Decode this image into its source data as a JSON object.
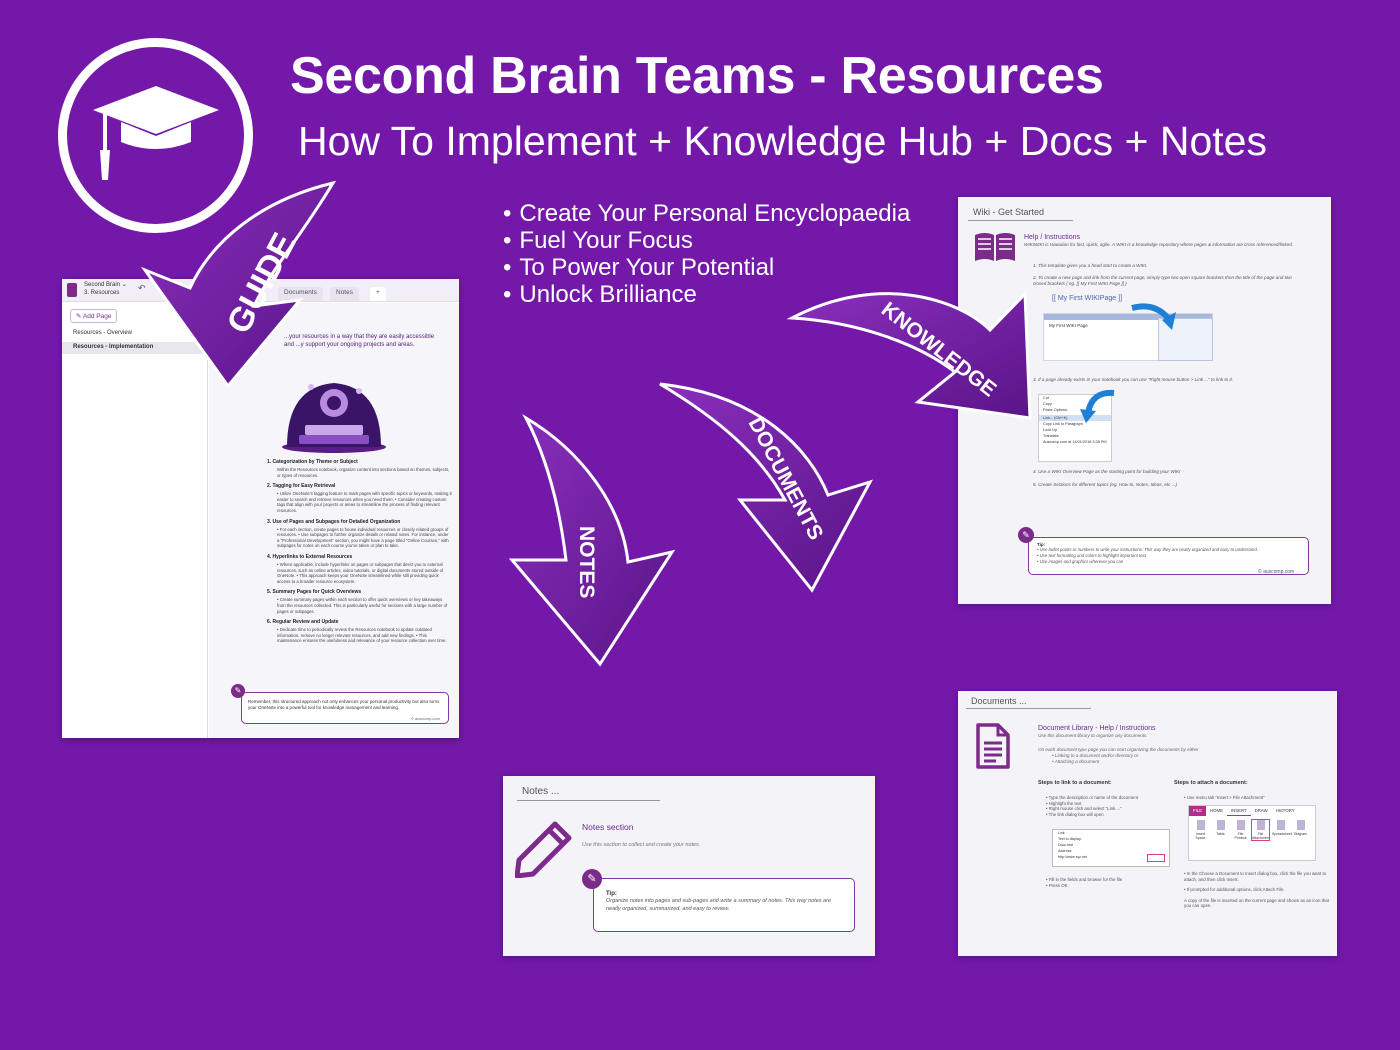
{
  "header": {
    "title": "Second Brain Teams - Resources",
    "subtitle": "How To Implement + Knowledge Hub + Docs + Notes"
  },
  "logo": {
    "icon": "graduation-cap-icon"
  },
  "bullets": [
    "Create Your Personal Encyclopaedia",
    "Fuel Your Focus",
    "To Power Your Potential",
    "Unlock Brilliance"
  ],
  "arrows": {
    "guide": "GUIDE",
    "knowledge": "KNOWLEDGE",
    "documents": "DOCUMENTS",
    "notes": "NOTES"
  },
  "colors": {
    "background": "#7318a9",
    "accent": "#7d2b8a",
    "arrow": "#6c1f97"
  },
  "guide_panel": {
    "notebook_name": "Second Brain",
    "section_name": "3. Resources",
    "tabs": [
      "Documents",
      "Notes",
      "+"
    ],
    "add_page": "Add Page",
    "pages": [
      "Resources - Overview",
      "Resources - Implementation"
    ],
    "intro": "...your resources in a way that they are easily accessible and ...y support your ongoing projects and areas.",
    "steps": [
      {
        "heading": "1.   Categorization by Theme or Subject",
        "text": "Within the Resources notebook, organize content into sections based on themes, subjects, or types of resources."
      },
      {
        "heading": "2.   Tagging for Easy Retrieval",
        "text": "• Utilize OneNote's tagging feature to mark pages with specific topics or keywords, making it easier to search and retrieve resources when you need them. • Consider creating custom tags that align with your projects or areas to streamline the process of finding relevant resources."
      },
      {
        "heading": "3.   Use of Pages and Subpages for Detailed Organization",
        "text": "• For each section, create pages to house individual resources or closely related groups of resources. • Use subpages to further organize details or related notes. For instance, under a \"Professional Development\" section, you might have a page titled \"Online Courses,\" with subpages for notes on each course you've taken or plan to take."
      },
      {
        "heading": "4.   Hyperlinks to External Resources",
        "text": "• Where applicable, include hyperlinks on pages or subpages that direct you to external resources, such as online articles, video tutorials, or digital documents stored outside of OneNote. • This approach keeps your OneNote streamlined while still providing quick access to a broader resource ecosystem."
      },
      {
        "heading": "5.   Summary Pages for Quick Overviews",
        "text": "• Create summary pages within each section to offer quick overviews or key takeaways from the resources collected. This is particularly useful for sections with a large number of pages or subpages."
      },
      {
        "heading": "6.   Regular Review and Update",
        "text": "• Dedicate time to periodically review the Resources notebook to update outdated information, remove no longer relevant resources, and add new findings. • This maintenance ensures the usefulness and relevance of your resource collection over time."
      }
    ],
    "remember": "Remember, this structured approach not only enhances your personal productivity but also turns your OneNote into a powerful tool for knowledge management and learning.",
    "credit": "© auscomp.com"
  },
  "wiki_panel": {
    "title": "Wiki - Get Started",
    "heading": "Help / Instructions",
    "intro": "WIKIWIKI is Hawaiian for fast, quick, agile. A WIKI is a knowledge repository where pages & information are cross referenced/linked.",
    "steps": [
      "1.   This template gives you a head start to create a WIKI.",
      "2.   To create a new page and link from the current page, simply type two open square brackets then the title of the page and two closed brackets ( eg. [[ My First WIKI Page ]] )",
      "3.   If a page already exists in your notebook you can use \"Right mouse button > Link ...\" to link to it.",
      "4.   Use a WIKI Overview Page as the starting point for building your WIKI",
      "5.   Create Sections for different topics (eg. How to, Notes, Ideas, etc ...)"
    ],
    "link_example": "[[ My First WIKIPage ]]",
    "page_example": "My First WIKI Page",
    "context_menu": [
      "Cut",
      "Copy",
      "Paste Options:",
      "",
      "Link...  (Ctrl+K)",
      "Copy Link to Paragraph",
      "Look Up",
      "Translate",
      "Auscomp.com at 14/01/2018 3:28 PM"
    ],
    "tip_label": "Tip:",
    "tips": [
      "Use bullet points or numbers to write your instructions. This way they are neatly organized and easy to understand.",
      "Use text formatting and colors to highlight important text",
      "Use images and graphics wherever you can"
    ],
    "credit": "© auscomp.com"
  },
  "notes_panel": {
    "title": "Notes ...",
    "heading": "Notes section",
    "sub": "Use this section to collect and create your notes.",
    "tip_label": "Tip:",
    "tip": "Organize notes into pages and sub-pages and write a summary of notes. This way notes are neatly organized, summarized, and easy to review."
  },
  "docs_panel": {
    "title": "Documents ...",
    "heading": "Document Library - Help / Instructions",
    "sub": "Use this document library to organize any documents.",
    "intro": "On each document type page you can start organizing the documents by either",
    "options": [
      "Linking to a document and/or directory or",
      "Attaching a document"
    ],
    "link_heading": "Steps to link to a document:",
    "link_steps": [
      "• Type the description or name of the document",
      "• Highlight the text",
      "• Right mouse click and select \"Link ...\"",
      "• The link dialog box will open"
    ],
    "link_steps_after": [
      "• Fill in the fields and browse for the file",
      "• Press OK"
    ],
    "link_dialog": [
      "Link",
      "Text to display:",
      "Docu test",
      "Address:",
      "http://www.xyz.net"
    ],
    "attach_heading": "Steps to attach a document:",
    "attach_steps": [
      "• Use menu tab \"Insert > File Attachment\""
    ],
    "attach_steps_after": [
      "• In the Choose a Document to Insert dialog box, click the file you want to attach, and then click Insert.",
      "• If prompted for additional options, click Attach File.",
      "A copy of the file is inserted on the current page and shown as an icon that you can open."
    ],
    "ribbon_tabs": [
      "FILE",
      "HOME",
      "INSERT",
      "DRAW",
      "HISTORY"
    ],
    "ribbon_tools": [
      "Insert Space",
      "Table",
      "File Printout",
      "File Attachment",
      "Spreadsheet",
      "Diagram"
    ]
  }
}
